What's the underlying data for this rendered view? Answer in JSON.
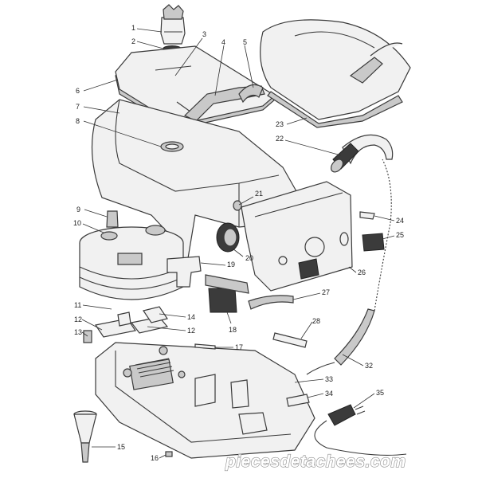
{
  "diagram": {
    "callouts": [
      "1",
      "2",
      "3",
      "4",
      "5",
      "6",
      "7",
      "8",
      "9",
      "10",
      "11",
      "12",
      "13",
      "12",
      "14",
      "15",
      "16",
      "17",
      "18",
      "19",
      "20",
      "21",
      "22",
      "23",
      "24",
      "25",
      "26",
      "27",
      "28",
      "32",
      "33",
      "34",
      "35"
    ]
  },
  "watermark": "piecesdetachees.com",
  "colors": {
    "outline": "#3a3a3a",
    "fill": "#f1f1f1",
    "shade": "#c9c9c9",
    "dark": "#3b3b3b"
  }
}
